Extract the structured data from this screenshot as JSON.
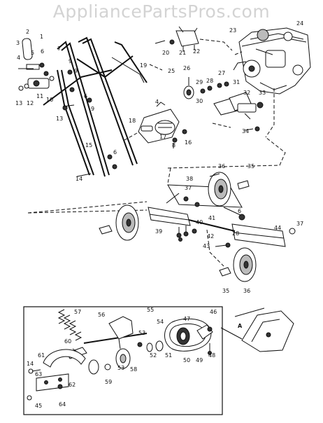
{
  "watermark": "AppliancePartsPros.com",
  "detail_label": "A",
  "labels": {
    "p1": "1",
    "p2": "2",
    "p3": "3",
    "p4": "4",
    "p4b": "4",
    "p5": "5",
    "p6a": "6",
    "p6b": "6",
    "p6c": "6",
    "p6d": "6",
    "p7": "7",
    "p8": "8",
    "p9a": "9",
    "p9b": "9",
    "p9c": "9",
    "p10": "10",
    "p11": "11",
    "p12": "12",
    "p13a": "13",
    "p13b": "13",
    "p14a": "14",
    "p14b": "14",
    "p15": "15",
    "p16": "16",
    "p17": "17",
    "p18": "18",
    "p19": "19",
    "p20": "20",
    "p21": "21",
    "p22": "22",
    "p23": "23",
    "p24": "24",
    "p25": "25",
    "p26": "26",
    "p27": "27",
    "p28a": "28",
    "p28b": "28",
    "p29": "29",
    "p30": "30",
    "p31": "31",
    "p32": "32",
    "p33": "33",
    "p34": "34",
    "p35a": "35",
    "p35b": "35",
    "p36a": "36",
    "p36b": "36",
    "p37a": "37",
    "p37b": "37",
    "p38": "38",
    "p39": "39",
    "p40": "40",
    "p41": "41",
    "p42": "42",
    "p43": "43",
    "p44": "44",
    "p45": "45",
    "p46": "46",
    "p47": "47",
    "p48": "48",
    "p49": "49",
    "p50": "50",
    "p51": "51",
    "p52": "52",
    "p53a": "53",
    "p53b": "53",
    "p54": "54",
    "p55": "55",
    "p56": "56",
    "p57": "57",
    "p58": "58",
    "p59": "59",
    "p60": "60",
    "p61": "61",
    "p62": "62",
    "p63": "63",
    "p64": "64"
  }
}
